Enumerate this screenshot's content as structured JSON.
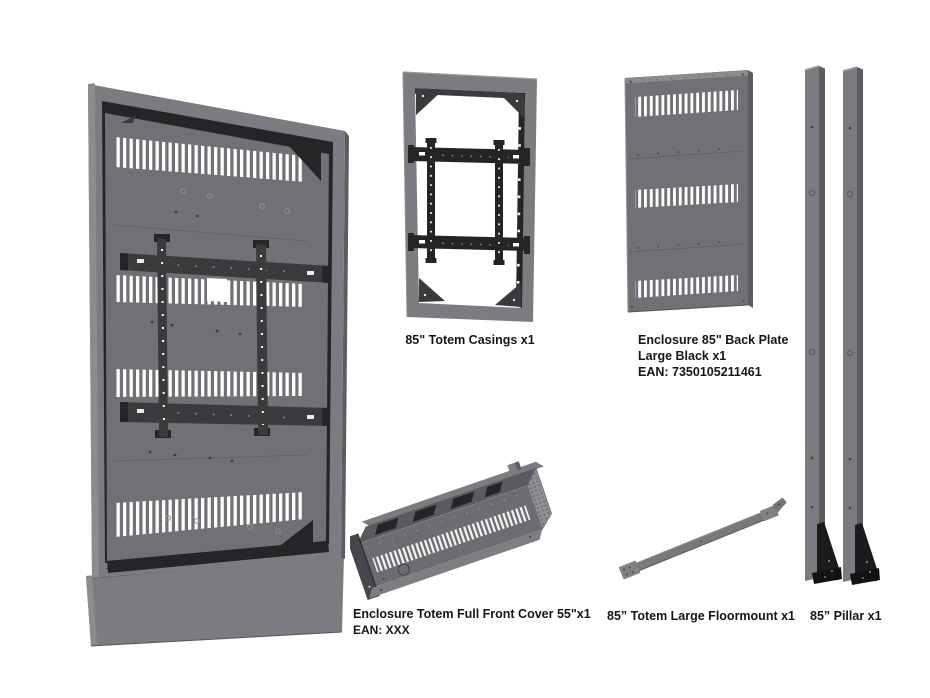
{
  "page": {
    "kind": "product-parts-diagram",
    "background": "#ffffff"
  },
  "colors": {
    "bg": "#ffffff",
    "metal": "#6f7174",
    "metal_light": "#8a8c8f",
    "metal_mid": "#7a7c7f",
    "metal_deep": "#5b5d60",
    "detail": "#3a3b3d",
    "near_black": "#242527",
    "black_part": "#1b1b1d",
    "text": "#161616"
  },
  "labels": {
    "totem_casings": "85\" Totem Casings x1",
    "back_plate_lines": [
      "Enclosure 85\" Back Plate",
      "Large Black x1",
      "EAN: 7350105211461"
    ],
    "front_cover": "Enclosure Totem Full Front Cover 55\"x1",
    "front_cover_ean": "EAN: XXX",
    "floormount": "85” Totem Large Floormount x1",
    "pillar": "85” Pillar x1"
  }
}
